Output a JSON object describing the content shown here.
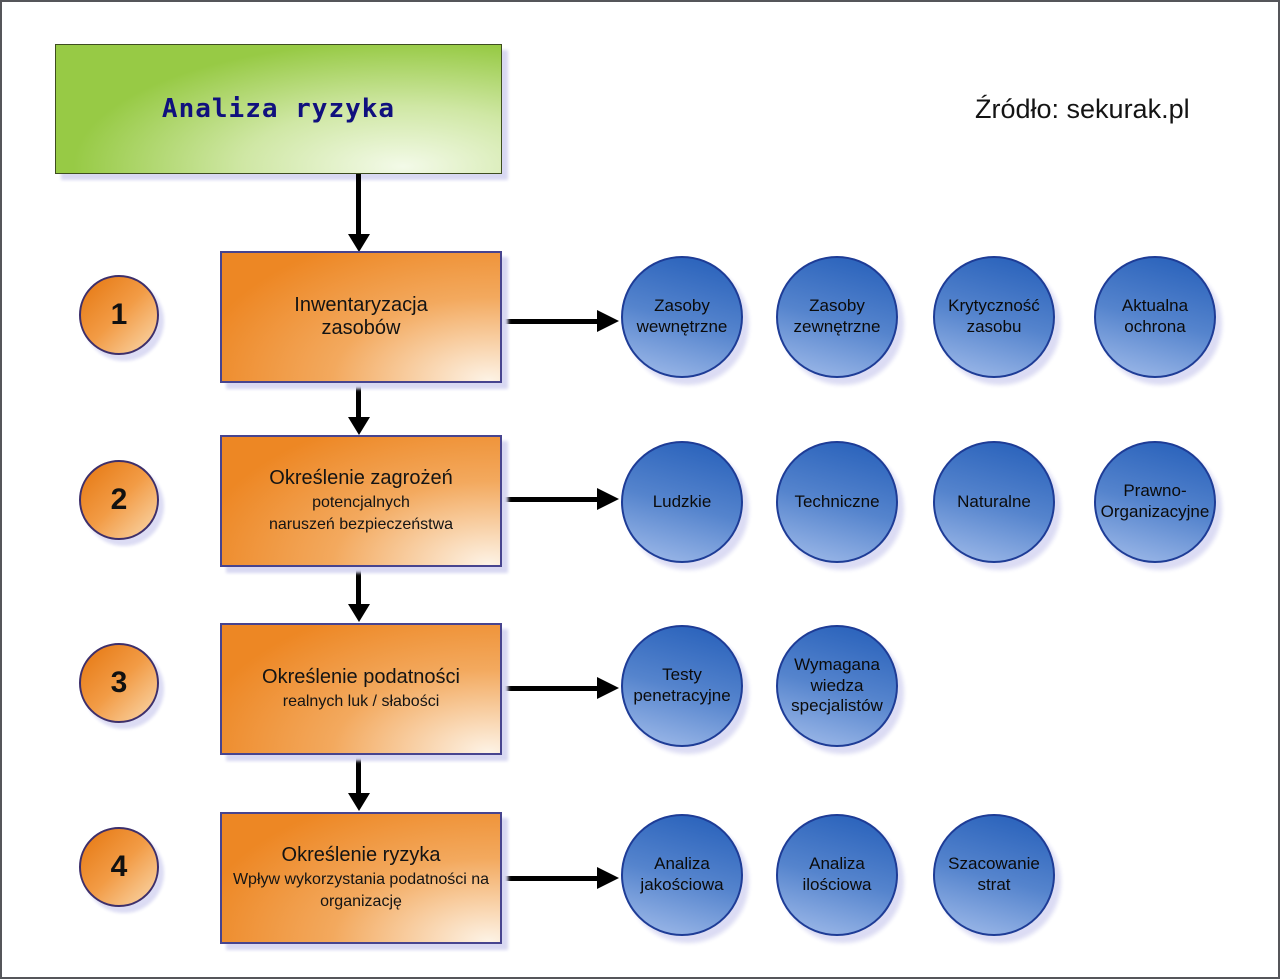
{
  "header": {
    "title": "Analiza ryzyka",
    "source": "Źródło: sekurak.pl"
  },
  "steps": [
    {
      "number": "1",
      "title": "Inwentaryzacja\nzasobów",
      "subtitle": "",
      "bubbles": [
        "Zasoby\nwewnętrzne",
        "Zasoby\nzewnętrzne",
        "Krytyczność\nzasobu",
        "Aktualna\nochrona"
      ]
    },
    {
      "number": "2",
      "title": "Określenie zagrożeń",
      "subtitle": "potencjalnych\nnaruszeń bezpieczeństwa",
      "bubbles": [
        "Ludzkie",
        "Techniczne",
        "Naturalne",
        "Prawno-\nOrganizacyjne"
      ]
    },
    {
      "number": "3",
      "title": "Określenie podatności",
      "subtitle": "realnych luk / słabości",
      "bubbles": [
        "Testy\npenetracyjne",
        "Wymagana\nwiedza\nspecjalistów"
      ]
    },
    {
      "number": "4",
      "title": "Określenie ryzyka",
      "subtitle": "Wpływ wykorzystania podatności na\norganizację",
      "bubbles": [
        "Analiza\njakościowa",
        "Analiza\nilościowa",
        "Szacowanie\nstrat"
      ]
    }
  ],
  "colors": {
    "accent_green": "#97ca45",
    "accent_orange": "#ed8724",
    "accent_blue": "#2c64bc",
    "shadow": "#d8d8f2",
    "title_text": "#10107e"
  }
}
